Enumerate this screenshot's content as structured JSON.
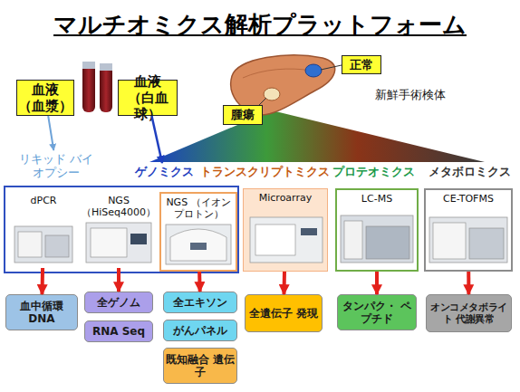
{
  "diagram": {
    "title": "マルチオミクス解析プラットフォーム",
    "nodes": [
      {
        "text": [
          "血液 （血漿）"
        ]
      },
      {
        "text": [
          "血液 （白血球）"
        ]
      },
      {
        "text": [
          "正常"
        ]
      },
      {
        "text": [
          "腫瘍"
        ]
      },
      {
        "text": [
          "リキッド バイオプシー"
        ]
      },
      {
        "text": [
          "ゲノミクス"
        ]
      },
      {
        "text": [
          "トランスクリプトミクス"
        ]
      },
      {
        "text": [
          "プロテオミクス"
        ]
      },
      {
        "text": [
          "メタボロミクス"
        ]
      },
      {
        "text": [
          "dPCR"
        ]
      },
      {
        "text": [
          "NGS （HiSeq4000）"
        ]
      },
      {
        "text": [
          "NGS （イオンプロトン）"
        ]
      },
      {
        "text": [
          "Microarray"
        ]
      },
      {
        "text": [
          "LC-MS"
        ]
      },
      {
        "text": [
          "CE-TOFMS"
        ]
      },
      {
        "text": [
          "血中循環 DNA"
        ]
      },
      {
        "text": [
          "全ゲノム"
        ]
      },
      {
        "text": [
          "RNA Seq"
        ]
      },
      {
        "text": [
          "全エキソン"
        ]
      },
      {
        "text": [
          "がんパネル"
        ]
      },
      {
        "text": [
          "既知融合 遺伝子"
        ]
      },
      {
        "text": [
          "全遺伝子 発現"
        ]
      },
      {
        "text": [
          "タンパク・ ペプチド"
        ]
      },
      {
        "text": [
          "オンコメタボライト 代謝異常"
        ]
      }
    ],
    "edges": [
      {
        "from": 0,
        "to": 4,
        "arrow": "to"
      },
      {
        "from": 1,
        "to": 5,
        "arrow": "to"
      },
      {
        "from": 9,
        "to": 15,
        "arrow": "to"
      },
      {
        "from": 10,
        "to": 16,
        "arrow": "to"
      },
      {
        "from": 11,
        "to": 18,
        "arrow": "to"
      },
      {
        "from": 12,
        "to": 21,
        "arrow": "to"
      },
      {
        "from": 13,
        "to": 22,
        "arrow": "to"
      },
      {
        "from": 14,
        "to": 23,
        "arrow": "to"
      }
    ],
    "labels": [
      "新鮮手術検体"
    ]
  }
}
